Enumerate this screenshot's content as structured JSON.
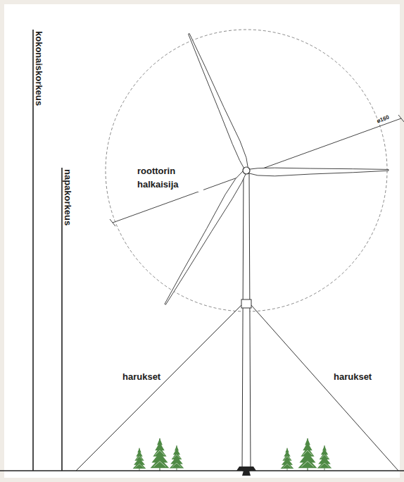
{
  "diagram": {
    "labels": [
      "kokonaiskorkeus",
      "napakorkeus",
      "roottorin halkaisija",
      "ø160",
      "harukset",
      "harukset"
    ]
  }
}
